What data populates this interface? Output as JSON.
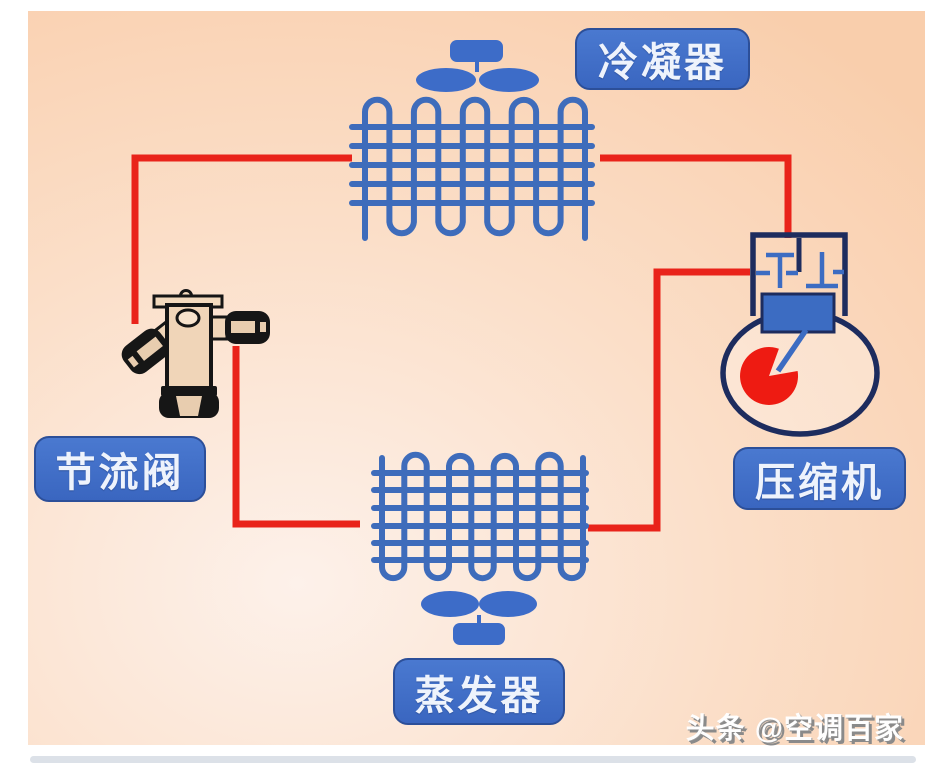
{
  "diagram": {
    "labels": {
      "condenser": "冷凝器",
      "throttle_valve": "节流阀",
      "compressor": "压缩机",
      "evaporator": "蒸发器"
    },
    "watermark": "头条 @空调百家",
    "colors": {
      "pipe_red": "#e9231a",
      "component_blue": "#3d6cc8",
      "coil_blue": "#3e6cbb",
      "outline_navy": "#1d2c5e",
      "crank_red": "#ee1b12",
      "valve_beige": "#f0d5b8",
      "background_peach": "#f9ceac",
      "label_text": "#eef3fc"
    },
    "icons": {
      "condenser_fan": "fan-icon",
      "evaporator_fan": "fan-icon",
      "condenser_coil": "coil-icon",
      "evaporator_coil": "coil-icon",
      "compressor_unit": "compressor-icon",
      "expansion_valve": "expansion-valve-icon"
    }
  }
}
